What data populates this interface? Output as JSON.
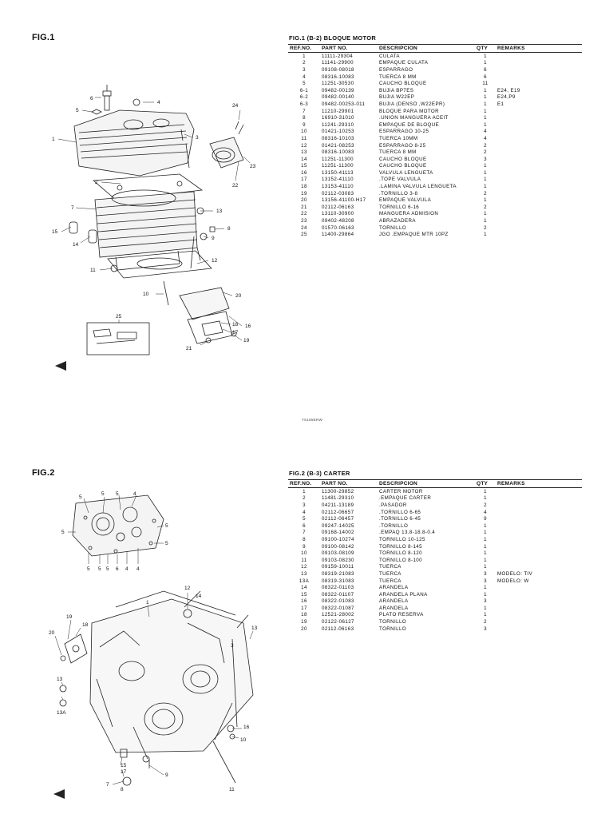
{
  "fig1": {
    "label": "FIG.1",
    "title": "FIG.1  (B-2)  BLOQUE MOTOR",
    "headers": {
      "ref": "REF.NO.",
      "part": "PART NO.",
      "desc": "DESCRIPCION",
      "qty": "QTY",
      "remarks": "REMARKS"
    },
    "rows": [
      {
        "ref": "1",
        "part": "11111-29304",
        "desc": "CULATA",
        "qty": "1",
        "remarks": ""
      },
      {
        "ref": "2",
        "part": "11141-29900",
        "desc": "EMPAQUE CULATA",
        "qty": "1",
        "remarks": ""
      },
      {
        "ref": "3",
        "part": "09108-08018",
        "desc": "ESPARRAGO",
        "qty": "6",
        "remarks": ""
      },
      {
        "ref": "4",
        "part": "08316-10083",
        "desc": "TUERCA 8 MM",
        "qty": "6",
        "remarks": ""
      },
      {
        "ref": "5",
        "part": "11251-30530",
        "desc": "CAUCHO BLOQUE",
        "qty": "11",
        "remarks": ""
      },
      {
        "ref": "6-1",
        "part": "09482-00139",
        "desc": "BUJIA BP7ES",
        "qty": "1",
        "remarks": "E24, E19"
      },
      {
        "ref": "6-2",
        "part": "09482-00140",
        "desc": "BUJIA W22EP",
        "qty": "1",
        "remarks": "E24,P9"
      },
      {
        "ref": "6-3",
        "part": "09482-00253-011",
        "desc": "BUJIA (DENSO ,W22EPR)",
        "qty": "1",
        "remarks": "E1"
      },
      {
        "ref": "7",
        "part": "11210-29901",
        "desc": "BLOQUE PARA MOTOR",
        "qty": "1",
        "remarks": ""
      },
      {
        "ref": "8",
        "part": "16910-31010",
        "desc": ".UNION MANGUERA ACEIT",
        "qty": "1",
        "remarks": ""
      },
      {
        "ref": "9",
        "part": "11241-29310",
        "desc": "EMPAQUE DE BLOQUE",
        "qty": "1",
        "remarks": ""
      },
      {
        "ref": "10",
        "part": "01421-10253",
        "desc": "ESPARRAGO  10-25",
        "qty": "4",
        "remarks": ""
      },
      {
        "ref": "11",
        "part": "08316-10103",
        "desc": "TUERCA 10MM",
        "qty": "4",
        "remarks": ""
      },
      {
        "ref": "12",
        "part": "01421-08253",
        "desc": "ESPARRAGO  8-25",
        "qty": "2",
        "remarks": ""
      },
      {
        "ref": "13",
        "part": "08316-10083",
        "desc": "TUERCA  8 MM",
        "qty": "2",
        "remarks": ""
      },
      {
        "ref": "14",
        "part": "11251-11300",
        "desc": "CAUCHO BLOQUE",
        "qty": "3",
        "remarks": ""
      },
      {
        "ref": "15",
        "part": "11251-11300",
        "desc": "CAUCHO BLOQUE",
        "qty": "1",
        "remarks": ""
      },
      {
        "ref": "16",
        "part": "13150-41113",
        "desc": "VALVULA LENGUETA",
        "qty": "1",
        "remarks": ""
      },
      {
        "ref": "17",
        "part": "13152-41110",
        "desc": ".TOPE VALVULA",
        "qty": "1",
        "remarks": ""
      },
      {
        "ref": "18",
        "part": "13153-41110",
        "desc": ".LAMINA VALVULA LENGUETA",
        "qty": "1",
        "remarks": ""
      },
      {
        "ref": "19",
        "part": "02112-03083",
        "desc": ".TORNILLO 3-8",
        "qty": "2",
        "remarks": ""
      },
      {
        "ref": "20",
        "part": "13156-41100-H17",
        "desc": "EMPAQUE VALVULA",
        "qty": "1",
        "remarks": ""
      },
      {
        "ref": "21",
        "part": "02112-06163",
        "desc": "TORNILLO 6-16",
        "qty": "2",
        "remarks": ""
      },
      {
        "ref": "22",
        "part": "13110-30900",
        "desc": "MANGUERA ADMISION",
        "qty": "1",
        "remarks": ""
      },
      {
        "ref": "23",
        "part": "09402-48208",
        "desc": "ABRAZADERA",
        "qty": "1",
        "remarks": ""
      },
      {
        "ref": "24",
        "part": "01570-06163",
        "desc": "TORNILLO",
        "qty": "2",
        "remarks": ""
      },
      {
        "ref": "25",
        "part": "11400-29864",
        "desc": "JGO .EMPAQUE MTR 10PZ",
        "qty": "1",
        "remarks": ""
      }
    ],
    "footer_code": "TS185ERW"
  },
  "fig2": {
    "label": "FIG.2",
    "title": "FIG.2  (B-3)  CARTER",
    "headers": {
      "ref": "REF.NO.",
      "part": "PART NO.",
      "desc": "DESCRIPCION",
      "qty": "QTY",
      "remarks": "REMARKS"
    },
    "rows": [
      {
        "ref": "1",
        "part": "11300-29852",
        "desc": "CARTER MOTOR",
        "qty": "1",
        "remarks": ""
      },
      {
        "ref": "2",
        "part": "11481-29310",
        "desc": ".EMPAQUE CARTER",
        "qty": "1",
        "remarks": ""
      },
      {
        "ref": "3",
        "part": "04211-13189",
        "desc": ".PASADOR",
        "qty": "2",
        "remarks": ""
      },
      {
        "ref": "4",
        "part": "02112-06657",
        "desc": ".TORNILLO 6-65",
        "qty": "4",
        "remarks": ""
      },
      {
        "ref": "5",
        "part": "02112-06457",
        "desc": ".TORNILLO 6-45",
        "qty": "9",
        "remarks": ""
      },
      {
        "ref": "6",
        "part": "09247-14025",
        "desc": ".TORNILLO",
        "qty": "1",
        "remarks": ""
      },
      {
        "ref": "7",
        "part": "09168-14002",
        "desc": ".EMPAQ  13.8-18.8-0.4",
        "qty": "1",
        "remarks": ""
      },
      {
        "ref": "8",
        "part": "09100-10274",
        "desc": "TORNILLO 10-125",
        "qty": "1",
        "remarks": ""
      },
      {
        "ref": "9",
        "part": "09100-08142",
        "desc": "TORNILLO 8-145",
        "qty": "1",
        "remarks": ""
      },
      {
        "ref": "10",
        "part": "09103-08109",
        "desc": "TORNILLO 8-120",
        "qty": "1",
        "remarks": ""
      },
      {
        "ref": "11",
        "part": "09103-08230",
        "desc": "TORNILLO 8-100",
        "qty": "1",
        "remarks": ""
      },
      {
        "ref": "12",
        "part": "09159-10011",
        "desc": "TUERCA",
        "qty": "1",
        "remarks": ""
      },
      {
        "ref": "13",
        "part": "08319-21083",
        "desc": "TUERCA",
        "qty": "3",
        "remarks": "MODELO:  TIV"
      },
      {
        "ref": "13A",
        "part": "08319-31083",
        "desc": "TUERCA",
        "qty": "3",
        "remarks": "MODELO:  W"
      },
      {
        "ref": "14",
        "part": "08322-01103",
        "desc": "ARANDELA",
        "qty": "1",
        "remarks": ""
      },
      {
        "ref": "15",
        "part": "08322-01107",
        "desc": "ARANDELA PLANA",
        "qty": "1",
        "remarks": ""
      },
      {
        "ref": "16",
        "part": "08322-01083",
        "desc": "ARANDELA",
        "qty": "3",
        "remarks": ""
      },
      {
        "ref": "17",
        "part": "08322-01087",
        "desc": "ARANDELA",
        "qty": "1",
        "remarks": ""
      },
      {
        "ref": "18",
        "part": "12521-28002",
        "desc": "PLATO RESERVA",
        "qty": "1",
        "remarks": ""
      },
      {
        "ref": "19",
        "part": "02122-06127",
        "desc": "TORNILLO",
        "qty": "2",
        "remarks": ""
      },
      {
        "ref": "20",
        "part": "02112-06163",
        "desc": "TORNILLO",
        "qty": "3",
        "remarks": ""
      }
    ]
  },
  "callouts": {
    "fig1": [
      "1",
      "2",
      "3",
      "4",
      "5",
      "6",
      "7",
      "8",
      "9",
      "10",
      "11",
      "12",
      "13",
      "14",
      "15",
      "16",
      "17",
      "18",
      "19",
      "20",
      "21",
      "22",
      "23",
      "24",
      "25"
    ],
    "fig2": [
      "1",
      "3",
      "4",
      "5",
      "6",
      "7",
      "8",
      "9",
      "10",
      "11",
      "12",
      "13",
      "13A",
      "14",
      "15",
      "16",
      "17",
      "18",
      "19",
      "20"
    ]
  }
}
